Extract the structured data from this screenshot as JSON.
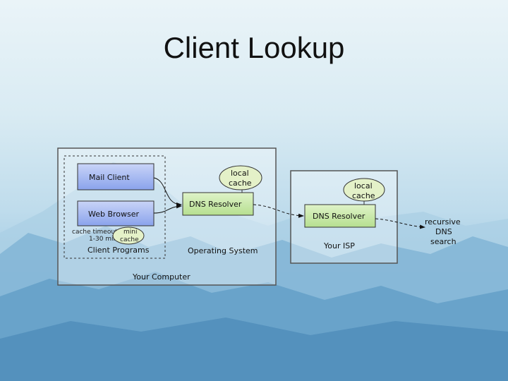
{
  "slide": {
    "title": "Client Lookup"
  },
  "diagram": {
    "your_computer": "Your Computer",
    "client_programs": "Client Programs",
    "operating_system": "Operating System",
    "mail_client": "Mail Client",
    "web_browser": "Web Browser",
    "browser_cache_note_1": "cache timeout",
    "browser_cache_note_2": "1-30 min",
    "browser_cache_bubble_1": "mini",
    "browser_cache_bubble_2": "cache",
    "os_cache_line1": "local",
    "os_cache_line2": "cache",
    "os_dns_resolver": "DNS Resolver",
    "isp_cache_line1": "local",
    "isp_cache_line2": "cache",
    "isp_dns_resolver": "DNS Resolver",
    "your_isp": "Your ISP",
    "recursive_line1": "recursive",
    "recursive_line2": "DNS",
    "recursive_line3": "search"
  }
}
